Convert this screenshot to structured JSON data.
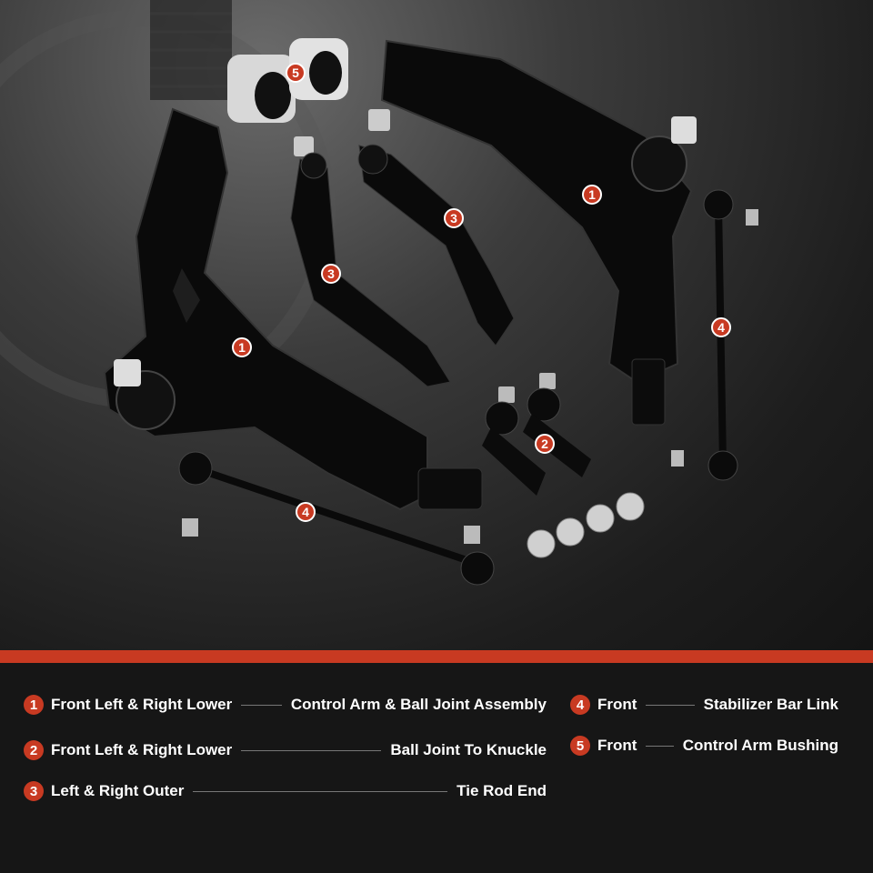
{
  "markers": [
    "5",
    "1",
    "3",
    "3",
    "1",
    "4",
    "2",
    "4"
  ],
  "legend": {
    "items": [
      {
        "num": "1",
        "left": "Front Left & Right Lower",
        "right": "Control Arm & Ball Joint Assembly"
      },
      {
        "num": "2",
        "left": "Front Left & Right Lower",
        "right": "Ball Joint To Knuckle"
      },
      {
        "num": "3",
        "left": "Left & Right Outer",
        "right": "Tie Rod End"
      },
      {
        "num": "4",
        "left": "Front",
        "right": "Stabilizer Bar Link"
      },
      {
        "num": "5",
        "left": "Front",
        "right": "Control Arm Bushing"
      }
    ]
  },
  "colors": {
    "accent": "#c83a22",
    "background": "#161616"
  }
}
